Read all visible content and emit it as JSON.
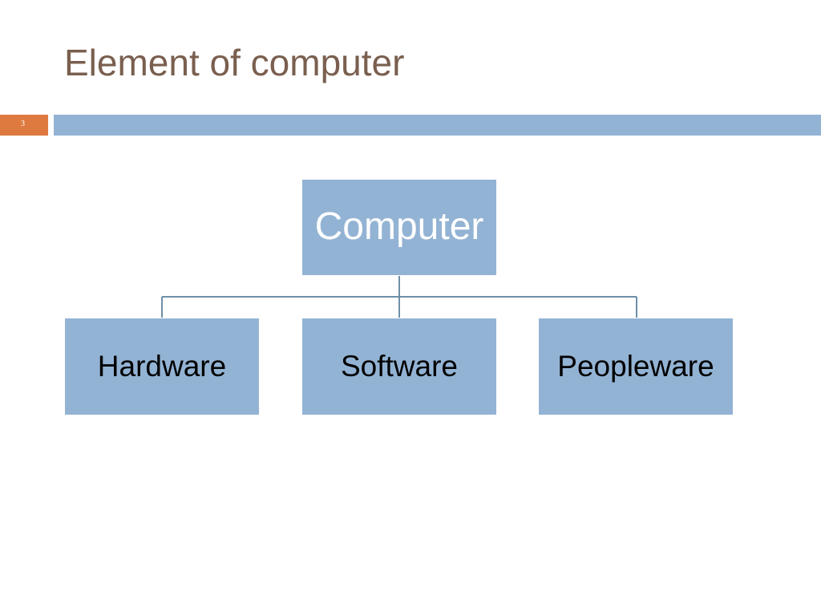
{
  "slide": {
    "title": "Element of computer",
    "number": "3"
  },
  "diagram": {
    "root": {
      "label": "Computer"
    },
    "children": [
      {
        "label": "Hardware"
      },
      {
        "label": "Software"
      },
      {
        "label": "Peopleware"
      }
    ]
  },
  "colors": {
    "title_text": "#7a5f4f",
    "accent_orange": "#de7a40",
    "rule_blue": "#93b3d4",
    "node_fill": "#93b3d4",
    "connector": "#6f8fa8",
    "node_text_dark": "#000000",
    "node_text_light": "#ffffff"
  }
}
